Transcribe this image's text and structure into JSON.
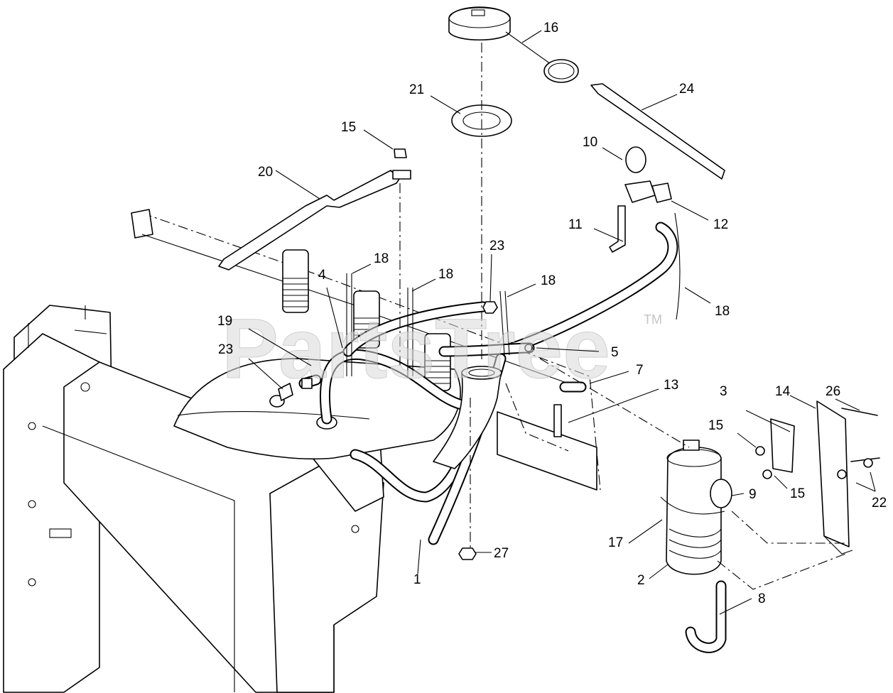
{
  "watermark": {
    "text": "PartsTree",
    "mark": "TM"
  },
  "callouts": [
    {
      "id": "c1",
      "label": "1"
    },
    {
      "id": "c2",
      "label": "2"
    },
    {
      "id": "c3",
      "label": "3"
    },
    {
      "id": "c4",
      "label": "4"
    },
    {
      "id": "c5",
      "label": "5"
    },
    {
      "id": "c7",
      "label": "7"
    },
    {
      "id": "c8",
      "label": "8"
    },
    {
      "id": "c9",
      "label": "9"
    },
    {
      "id": "c10",
      "label": "10"
    },
    {
      "id": "c11",
      "label": "11"
    },
    {
      "id": "c12",
      "label": "12"
    },
    {
      "id": "c13",
      "label": "13"
    },
    {
      "id": "c14",
      "label": "14"
    },
    {
      "id": "c15a",
      "label": "15"
    },
    {
      "id": "c15b",
      "label": "15"
    },
    {
      "id": "c15c",
      "label": "15"
    },
    {
      "id": "c16",
      "label": "16"
    },
    {
      "id": "c17",
      "label": "17"
    },
    {
      "id": "c18a",
      "label": "18"
    },
    {
      "id": "c18b",
      "label": "18"
    },
    {
      "id": "c18c",
      "label": "18"
    },
    {
      "id": "c18d",
      "label": "18"
    },
    {
      "id": "c19",
      "label": "19"
    },
    {
      "id": "c20",
      "label": "20"
    },
    {
      "id": "c21",
      "label": "21"
    },
    {
      "id": "c22",
      "label": "22"
    },
    {
      "id": "c23a",
      "label": "23"
    },
    {
      "id": "c23b",
      "label": "23"
    },
    {
      "id": "c24",
      "label": "24"
    },
    {
      "id": "c26",
      "label": "26"
    },
    {
      "id": "c27",
      "label": "27"
    }
  ]
}
